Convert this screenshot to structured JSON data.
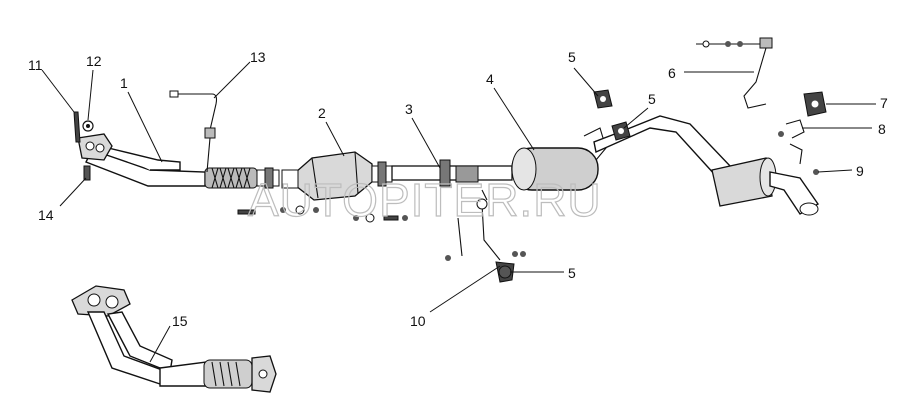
{
  "watermark": "AUTOPITER.RU",
  "callouts": [
    {
      "id": "c11",
      "label": "11"
    },
    {
      "id": "c12",
      "label": "12"
    },
    {
      "id": "c1",
      "label": "1"
    },
    {
      "id": "c13",
      "label": "13"
    },
    {
      "id": "c14",
      "label": "14"
    },
    {
      "id": "c2",
      "label": "2"
    },
    {
      "id": "c3",
      "label": "3"
    },
    {
      "id": "c4",
      "label": "4"
    },
    {
      "id": "c5a",
      "label": "5"
    },
    {
      "id": "c5b",
      "label": "5"
    },
    {
      "id": "c5c",
      "label": "5"
    },
    {
      "id": "c6",
      "label": "6"
    },
    {
      "id": "c7",
      "label": "7"
    },
    {
      "id": "c8",
      "label": "8"
    },
    {
      "id": "c9",
      "label": "9"
    },
    {
      "id": "c10",
      "label": "10"
    },
    {
      "id": "c15",
      "label": "15"
    }
  ]
}
